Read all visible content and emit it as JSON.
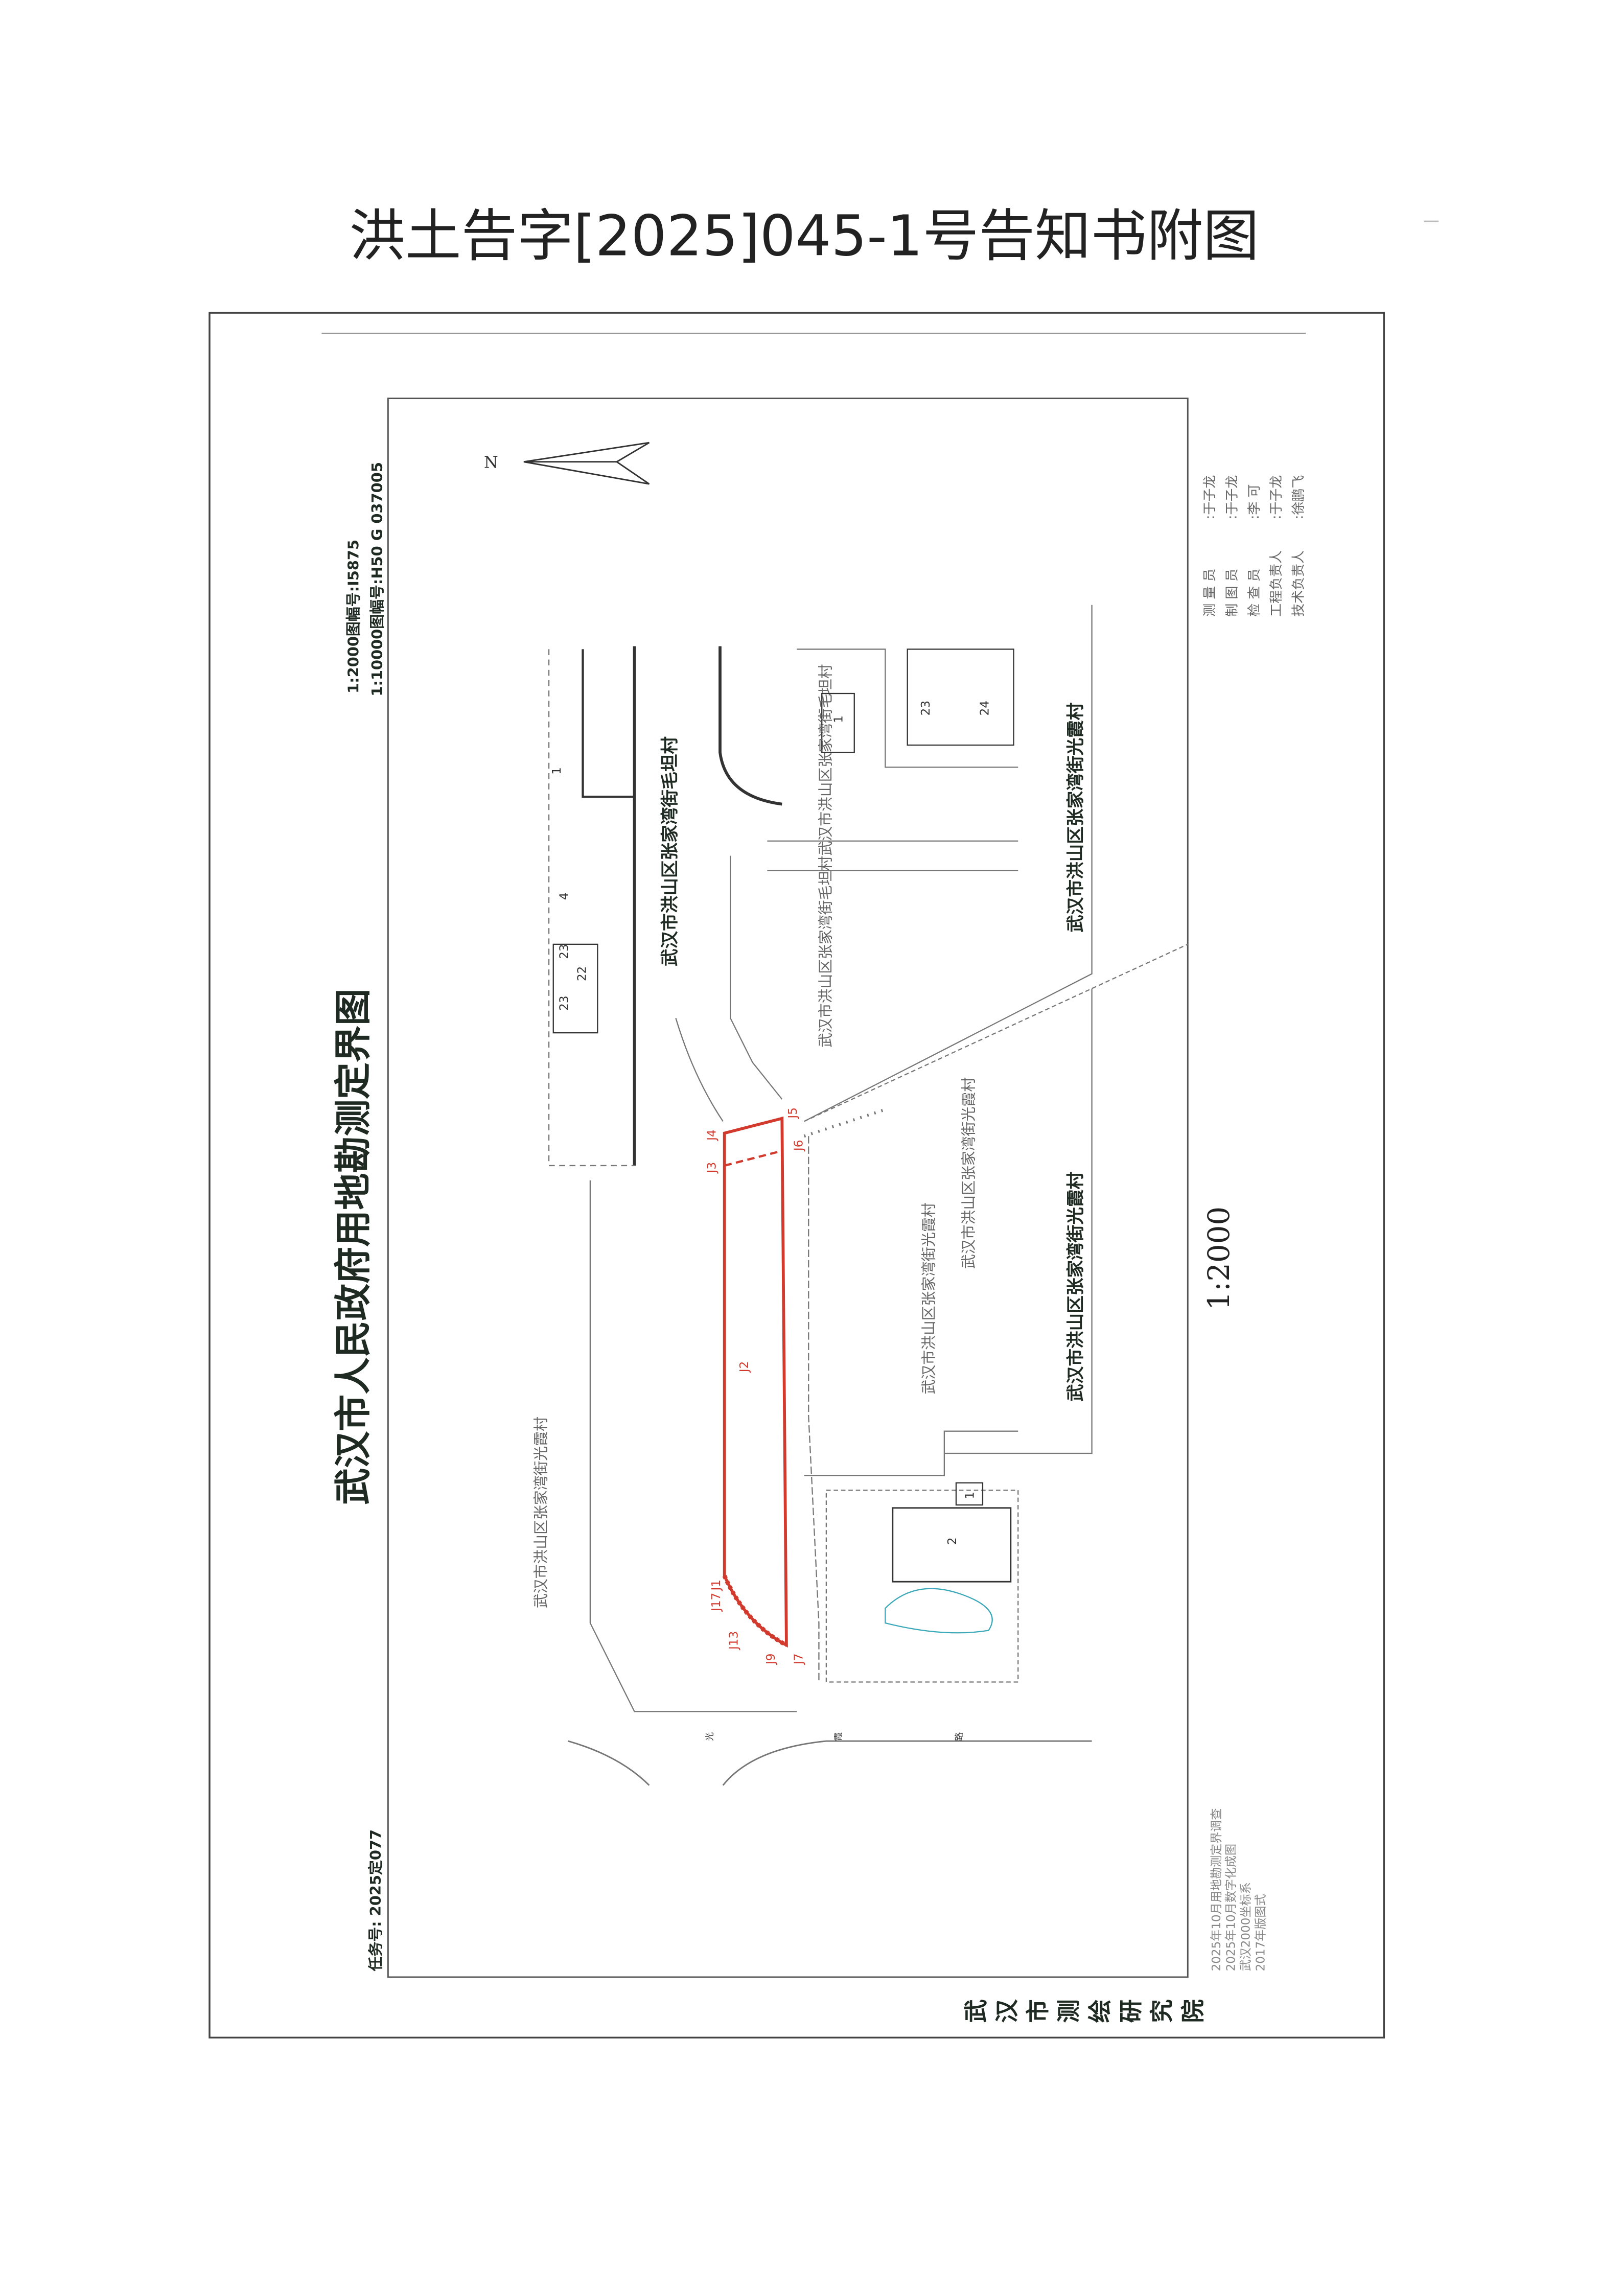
{
  "document_title": "洪土告字[2025]045-1号告知书附图",
  "map": {
    "title": "武汉市人民政府用地勘测定界图",
    "sheet_2000": "1:2000图幅号:I5875",
    "sheet_10000": "1:10000图幅号:H50 G 037005",
    "task_no": "任务号: 2025定077",
    "scale": "1:2000",
    "north": "N",
    "institute_chars": [
      "武",
      "汉",
      "市",
      "测",
      "绘",
      "研",
      "究",
      "院"
    ],
    "staff": [
      {
        "role": "测 量 员",
        "name": ":于子龙"
      },
      {
        "role": "制 图 员",
        "name": ":于子龙"
      },
      {
        "role": "检 查 员",
        "name": ":李 可"
      },
      {
        "role": "工程负责人",
        "name": ":于子龙"
      },
      {
        "role": "技术负责人",
        "name": ":徐鹏飞"
      }
    ],
    "notes": [
      "2025年10月用地勘测定界调查",
      "2025年10月数字化成图",
      "武汉2000坐标系",
      "2017年版图式"
    ],
    "villages": {
      "maotan_bold": "武汉市洪山区张家湾街毛坦村",
      "guangxia_bold_1": "武汉市洪山区张家湾街光霞村",
      "guangxia_bold_2": "武汉市洪山区张家湾街光霞村",
      "maotan_light": "武汉市洪山区张家湾街毛坦村",
      "maotan_light_2": "武汉市洪山区张家湾街毛坦村",
      "guangxia_light_1": "武汉市洪山区张家湾街光霞村",
      "guangxia_light_2": "武汉市洪山区张家湾街光霞村",
      "guangxia_light_3": "武汉市洪山区张家湾街光霞村"
    },
    "points": [
      "J1",
      "J2",
      "J3",
      "J4",
      "J5",
      "J6",
      "J7",
      "J9",
      "J13",
      "J17"
    ],
    "building_labels": [
      "1",
      "23",
      "24",
      "4",
      "23",
      "22",
      "23",
      "1",
      "2",
      "1"
    ],
    "road_chars": [
      "光",
      "霞",
      "路"
    ],
    "colors": {
      "boundary": "#d23a2e",
      "ink": "#2a2f2c",
      "water": "#3aa8b8"
    }
  }
}
